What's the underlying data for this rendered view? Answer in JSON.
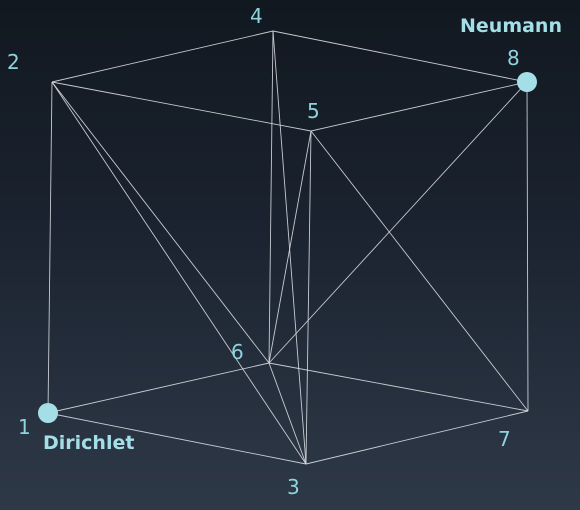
{
  "diagram": {
    "nodes": [
      {
        "id": "1",
        "label": "1"
      },
      {
        "id": "2",
        "label": "2"
      },
      {
        "id": "3",
        "label": "3"
      },
      {
        "id": "4",
        "label": "4"
      },
      {
        "id": "5",
        "label": "5"
      },
      {
        "id": "6",
        "label": "6"
      },
      {
        "id": "7",
        "label": "7"
      },
      {
        "id": "8",
        "label": "8"
      }
    ],
    "edges": [
      [
        "1",
        "2"
      ],
      [
        "1",
        "3"
      ],
      [
        "1",
        "6"
      ],
      [
        "2",
        "4"
      ],
      [
        "2",
        "5"
      ],
      [
        "2",
        "6"
      ],
      [
        "2",
        "3"
      ],
      [
        "3",
        "5"
      ],
      [
        "3",
        "6"
      ],
      [
        "3",
        "7"
      ],
      [
        "3",
        "4"
      ],
      [
        "4",
        "8"
      ],
      [
        "4",
        "6"
      ],
      [
        "5",
        "6"
      ],
      [
        "5",
        "8"
      ],
      [
        "5",
        "7"
      ],
      [
        "6",
        "7"
      ],
      [
        "6",
        "8"
      ],
      [
        "7",
        "8"
      ]
    ],
    "boundary_conditions": {
      "dirichlet": {
        "node": "1",
        "label": "Dirichlet"
      },
      "neumann": {
        "node": "8",
        "label": "Neumann"
      }
    },
    "colors": {
      "edge": "#d9dde3",
      "marker": "#a4dfe8",
      "label": "#8fd3de"
    }
  }
}
